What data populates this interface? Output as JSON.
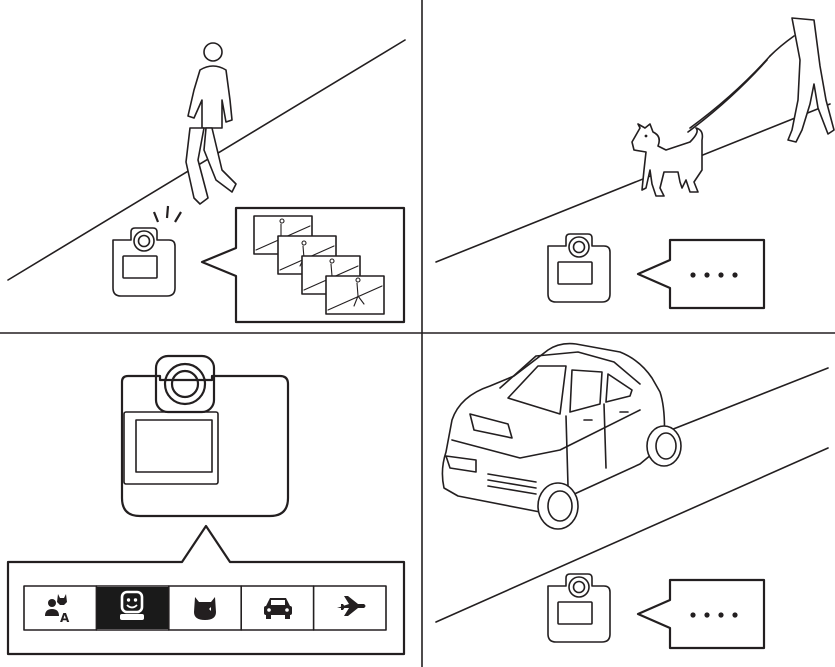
{
  "colors": {
    "ink": "#231f20",
    "background": "#ffffff",
    "selected_cell": "#1a1a1a"
  },
  "panels": [
    {
      "id": "top-left",
      "subject": "walking-person-icon",
      "camera_state": "shooting",
      "thumbnails": 4
    },
    {
      "id": "top-right",
      "subject": "dog-on-leash-icon",
      "camera_state": "idle",
      "bubble_text": "····"
    },
    {
      "id": "bottom-left",
      "subject": "camera-closeup-icon",
      "subject_menu": {
        "options": [
          {
            "icon": "auto-subject-icon",
            "label": "A"
          },
          {
            "icon": "portrait-subject-icon"
          },
          {
            "icon": "animal-subject-icon"
          },
          {
            "icon": "vehicle-subject-icon"
          },
          {
            "icon": "airplane-subject-icon"
          }
        ],
        "selected_index": 1
      }
    },
    {
      "id": "bottom-right",
      "subject": "car-icon",
      "camera_state": "idle",
      "bubble_text": "····"
    }
  ]
}
